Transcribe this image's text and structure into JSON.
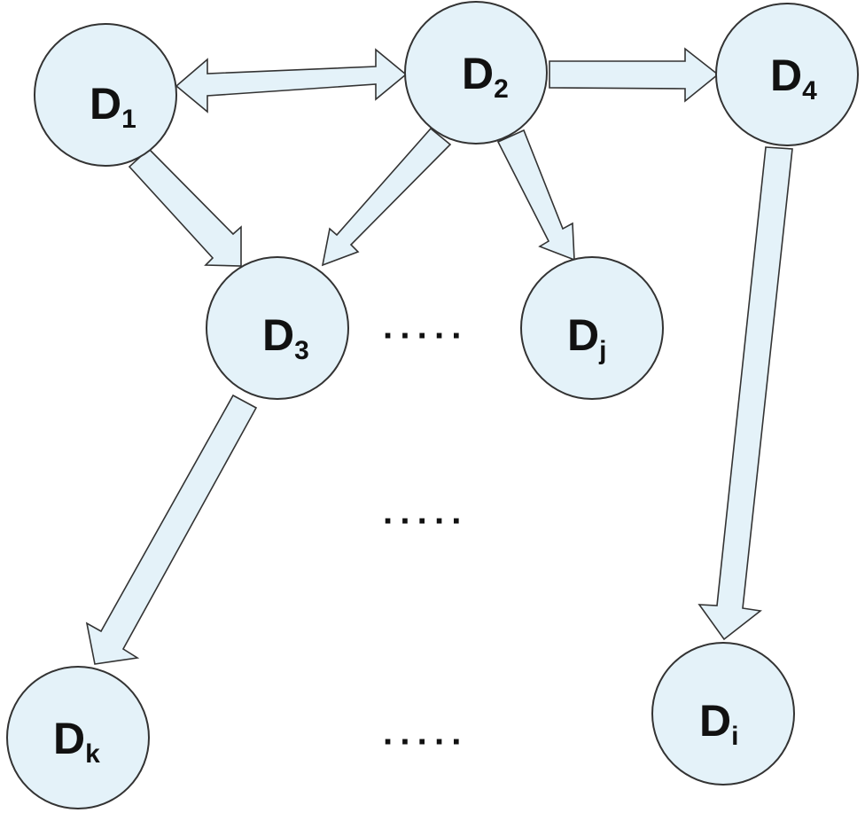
{
  "nodes": [
    {
      "id": "D1",
      "main": "D",
      "sub": "1"
    },
    {
      "id": "D2",
      "main": "D",
      "sub": "2"
    },
    {
      "id": "D4",
      "main": "D",
      "sub": "4"
    },
    {
      "id": "D3",
      "main": "D",
      "sub": "3"
    },
    {
      "id": "Dj",
      "main": "D",
      "sub": "j"
    },
    {
      "id": "Dk",
      "main": "D",
      "sub": "k"
    },
    {
      "id": "Di",
      "main": "D",
      "sub": "i"
    }
  ],
  "edges": [
    {
      "from": "D1",
      "to": "D2",
      "bidirectional": true
    },
    {
      "from": "D2",
      "to": "D4",
      "bidirectional": false
    },
    {
      "from": "D1",
      "to": "D3",
      "bidirectional": false
    },
    {
      "from": "D2",
      "to": "D3",
      "bidirectional": false
    },
    {
      "from": "D2",
      "to": "Dj",
      "bidirectional": false
    },
    {
      "from": "D4",
      "to": "Di",
      "bidirectional": false
    },
    {
      "from": "D3",
      "to": "Dk",
      "bidirectional": false
    }
  ],
  "ellipses": [
    "·····",
    "·····",
    "·····"
  ],
  "colors": {
    "node_fill": "#e4f2f9",
    "outline": "#333333",
    "text": "#111111"
  }
}
